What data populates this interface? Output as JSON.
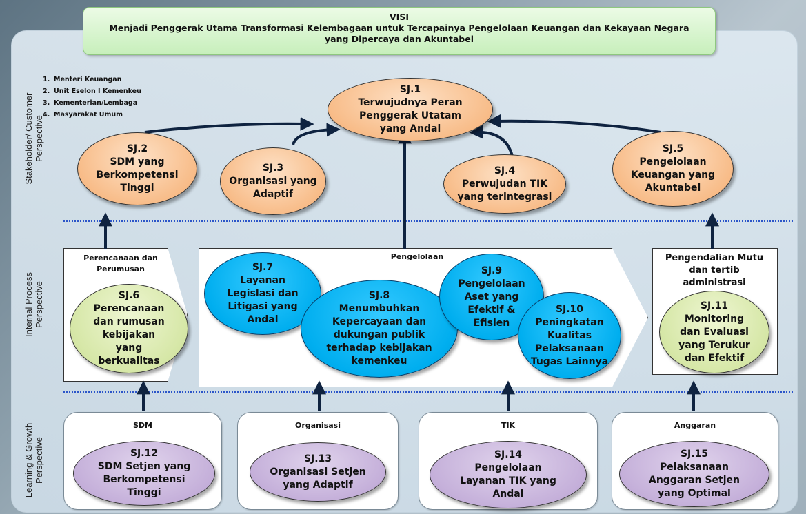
{
  "visi": {
    "title": "VISI",
    "text": "Menjadi Penggerak Utama Transformasi Kelembagaan untuk Tercapainya Pengelolaan Keuangan dan Kekayaan Negara yang Dipercaya dan Akuntabel"
  },
  "stakeholders": [
    {
      "num": "1.",
      "label": "Menteri Keuangan"
    },
    {
      "num": "2.",
      "label": "Unit Eselon I Kemenkeu"
    },
    {
      "num": "3.",
      "label": "Kementerian/Lembaga"
    },
    {
      "num": "4.",
      "label": "Masyarakat Umum"
    }
  ],
  "perspectives": {
    "stakeholder": "Stakeholder/ Customer\nPerspective",
    "internal": "Internal Process\nPerspective",
    "learning": "Learning & Growth\nPerspective"
  },
  "objectives": {
    "sj1": "SJ.1\nTerwujudnya Peran\nPenggerak Utatam\nyang Andal",
    "sj2": "SJ.2\nSDM yang\nBerkompetensi\nTinggi",
    "sj3": "SJ.3\nOrganisasi yang\nAdaptif",
    "sj4": "SJ.4\nPerwujudan TIK\nyang terintegrasi",
    "sj5": "SJ.5\nPengelolaan\nKeuangan yang\nAkuntabel",
    "sj6": "SJ.6\nPerencanaan\ndan rumusan\nkebijakan\nyang\nberkualitas",
    "sj7": "SJ.7\nLayanan\nLegislasi dan\nLitigasi yang\nAndal",
    "sj8": "SJ.8\nMenumbuhkan\nKepercayaan dan\ndukungan publik\nterhadap kebijakan\nkemenkeu",
    "sj9": "SJ.9\nPengelolaan\nAset yang\nEfektif &\nEfisien",
    "sj10": "SJ.10\nPeningkatan\nKualitas\nPelaksanaan\nTugas Lainnya",
    "sj11": "SJ.11\nMonitoring\ndan Evaluasi\nyang Terukur\ndan Efektif",
    "sj12": "SJ.12\nSDM Setjen yang\nBerkompetensi\nTinggi",
    "sj13": "SJ.13\nOrganisasi Setjen\nyang Adaptif",
    "sj14": "SJ.14\nPengelolaan\nLayanan TIK yang\nAndal",
    "sj15": "SJ.15\nPelaksanaan\nAnggaran Setjen\nyang Optimal"
  },
  "process_boxes": {
    "perencanaan": "Perencanaan dan\nPerumusan",
    "pengelolaan": "Pengelolaan",
    "pengendalian": "Pengendalian Mutu\ndan tertib\nadministrasi"
  },
  "learning_boxes": {
    "sdm": "SDM",
    "organisasi": "Organisasi",
    "tik": "TIK",
    "anggaran": "Anggaran"
  },
  "colors": {
    "orange": "#f8bd8a",
    "green": "#d6e7a7",
    "blue": "#00aeef",
    "purple": "#c5b0da",
    "arrow": "#0f2340",
    "dotted_line": "#2b55c9"
  }
}
